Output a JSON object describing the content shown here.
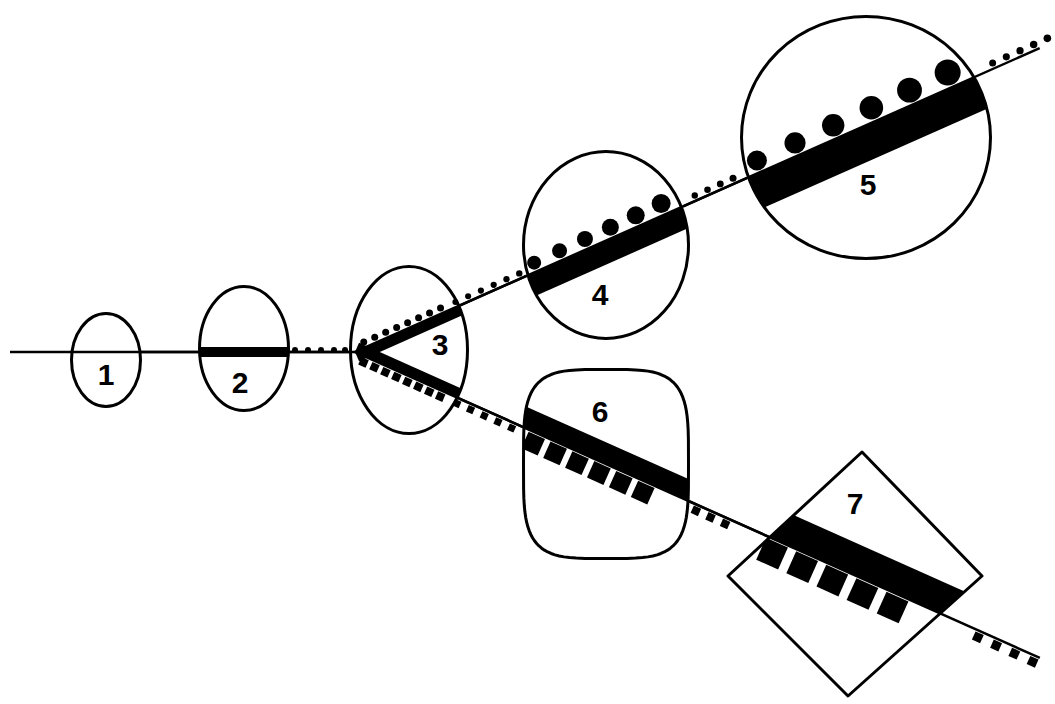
{
  "diagram": {
    "nodes": [
      {
        "text": [
          "1"
        ]
      },
      {
        "text": [
          "2"
        ]
      },
      {
        "text": [
          "3"
        ]
      },
      {
        "text": [
          "4"
        ]
      },
      {
        "text": [
          "5"
        ]
      },
      {
        "text": [
          "6"
        ]
      },
      {
        "text": [
          "7"
        ]
      }
    ],
    "edges": [
      {
        "from": 0,
        "to": 1,
        "arrow": "none"
      },
      {
        "from": 1,
        "to": 2,
        "arrow": "none"
      },
      {
        "from": 2,
        "to": 3,
        "arrow": "none"
      },
      {
        "from": 3,
        "to": 4,
        "arrow": "none"
      },
      {
        "from": 2,
        "to": 5,
        "arrow": "none"
      },
      {
        "from": 5,
        "to": 6,
        "arrow": "none"
      }
    ]
  }
}
